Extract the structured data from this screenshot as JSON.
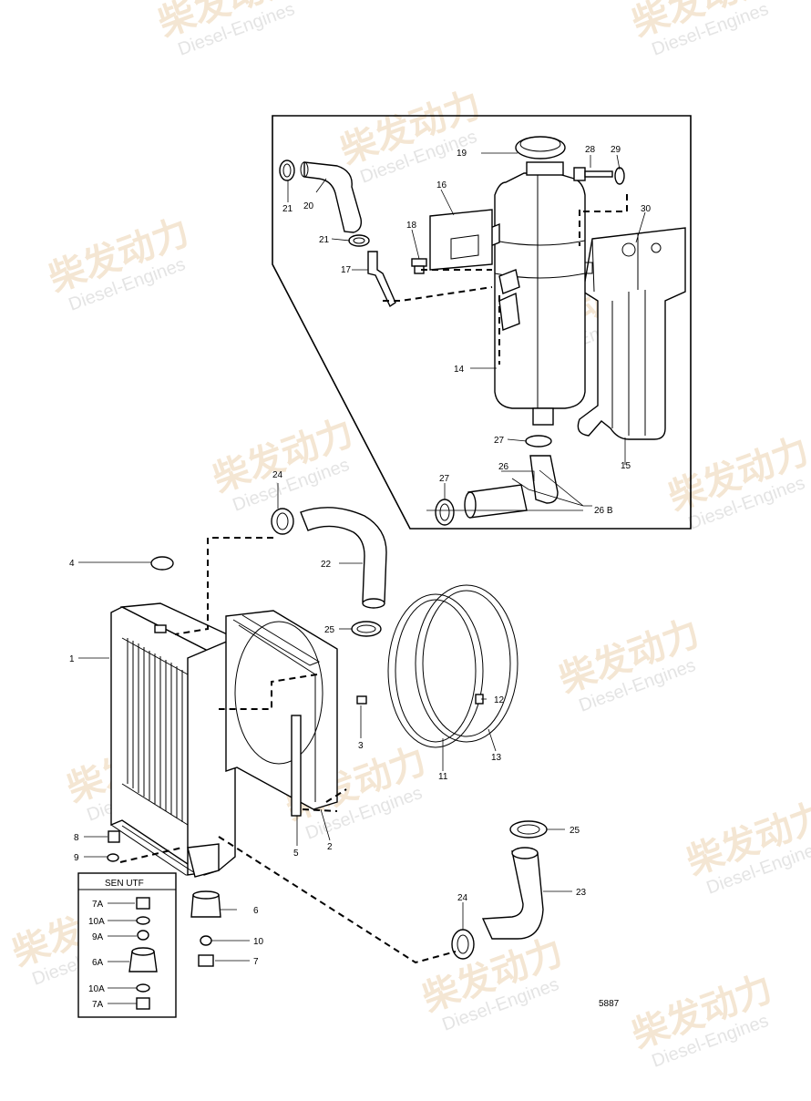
{
  "watermark": {
    "cn": "柴发动力",
    "en": "Diesel-Engines"
  },
  "callouts": {
    "p1": "1",
    "p2": "2",
    "p3": "3",
    "p4": "4",
    "p5": "5",
    "p6": "6",
    "p7": "7",
    "p8": "8",
    "p9": "9",
    "p10": "10",
    "p11": "11",
    "p12": "12",
    "p13": "13",
    "p14": "14",
    "p15": "15",
    "p16": "16",
    "p17": "17",
    "p18": "18",
    "p19": "19",
    "p20": "20",
    "p21a": "21",
    "p21b": "21",
    "p22": "22",
    "p23": "23",
    "p24a": "24",
    "p24b": "24",
    "p25a": "25",
    "p25b": "25",
    "p26": "26",
    "p26b": "26 B",
    "p27a": "27",
    "p27b": "27",
    "p28": "28",
    "p29": "29",
    "p30": "30"
  },
  "inset": {
    "title": "SEN UTF",
    "labels": {
      "a7top": "7A",
      "a10top": "10A",
      "a9": "9A",
      "a6": "6A",
      "a10bot": "10A",
      "a7bot": "7A"
    }
  },
  "drawing_number": "5887"
}
